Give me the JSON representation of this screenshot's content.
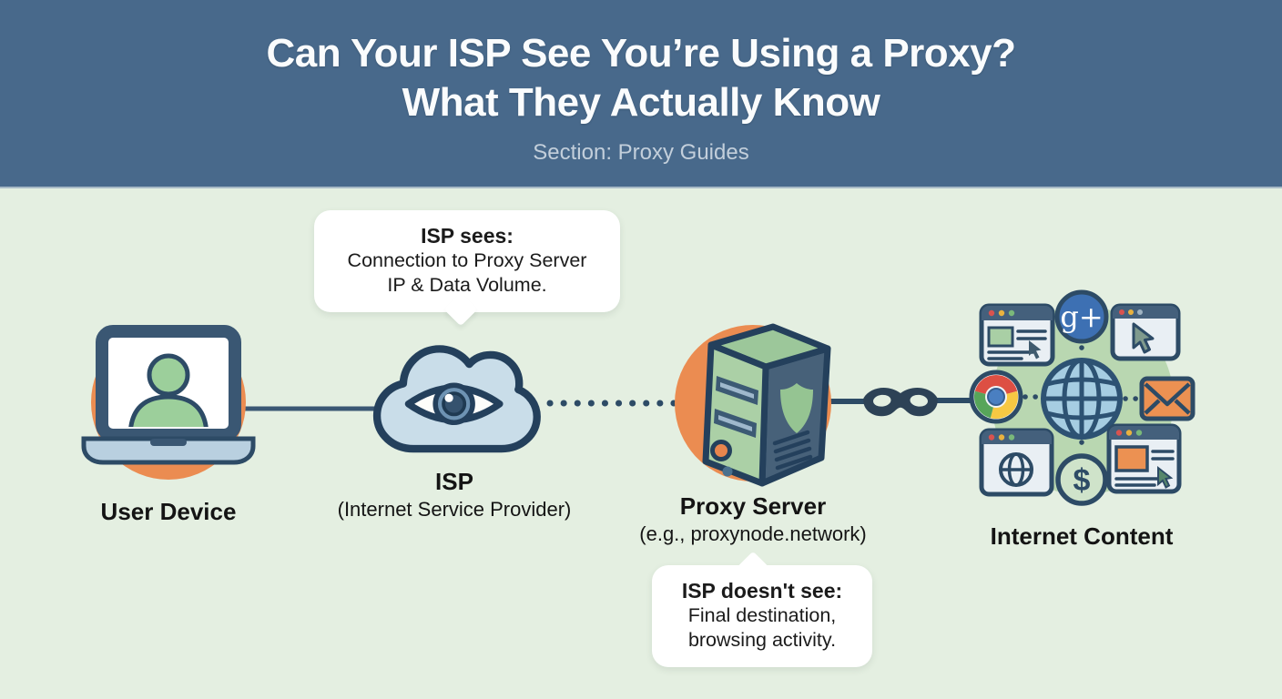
{
  "header": {
    "title_line1": "Can Your ISP See You’re Using a Proxy?",
    "title_line2": "What They Actually Know",
    "subtitle": "Section: Proxy Guides"
  },
  "callouts": {
    "isp_sees": {
      "heading": "ISP sees:",
      "lines": [
        "Connection to Proxy Server",
        "IP & Data Volume."
      ]
    },
    "isp_doesnt_see": {
      "heading": "ISP doesn't see:",
      "lines": [
        "Final destination,",
        "browsing activity."
      ]
    }
  },
  "nodes": {
    "user_device": {
      "label": "User Device"
    },
    "isp": {
      "label": "ISP",
      "sublabel": "(Internet Service Provider)"
    },
    "proxy_server": {
      "label": "Proxy Server",
      "sublabel": "(e.g., proxynode.network)"
    },
    "internet_content": {
      "label": "Internet Content"
    }
  },
  "icon_text": {
    "google_plus": "g+",
    "dollar": "$"
  },
  "icons": {
    "user_device": "laptop-user-icon",
    "isp": "cloud-eye-icon",
    "proxy_server": "server-shield-icon",
    "anonymity": "domino-mask-icon",
    "internet_center": "globe-icon",
    "internet_satellites": [
      "browser-article-icon",
      "google-plus-icon",
      "browser-cursor-icon",
      "chrome-icon",
      "envelope-icon",
      "browser-globe-icon",
      "dollar-circle-icon",
      "browser-ad-icon"
    ]
  },
  "colors": {
    "header_bg": "#48698b",
    "canvas_bg": "#e4efe1",
    "accent_orange": "#eb8c51",
    "outline_dark": "#2d4b66",
    "cloud_blue": "#c9dde9",
    "leaf_green": "#a9cfa5",
    "blob_green": "#b9d7b1",
    "steel_blue": "#44607c"
  }
}
